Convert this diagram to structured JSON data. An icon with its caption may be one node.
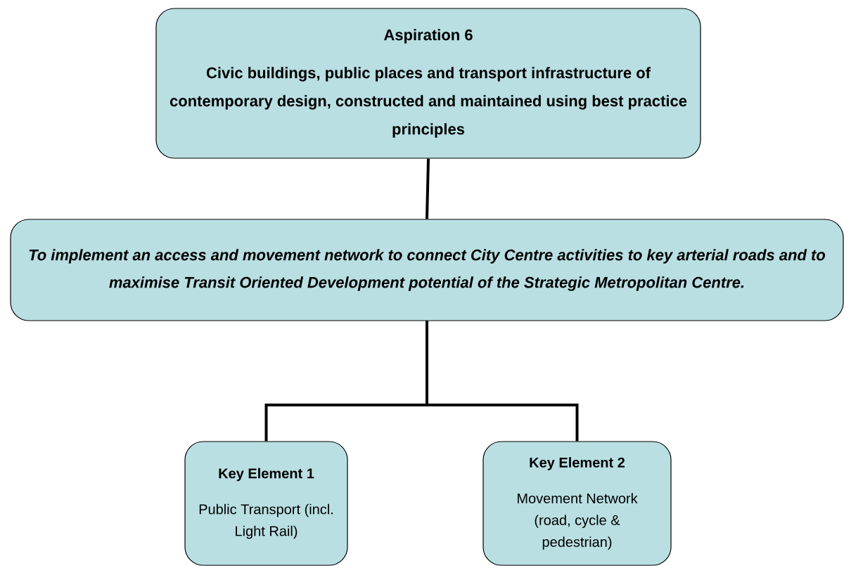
{
  "diagram": {
    "nodes": [
      {
        "text": [
          "Aspiration 6",
          "Civic buildings, public places and transport infrastructure of contemporary design, constructed and maintained using best practice principles"
        ]
      },
      {
        "text": [
          "To implement an access and movement network to connect City Centre activities to key arterial roads and to maximise Transit Oriented Development potential of the Strategic Metropolitan Centre."
        ]
      },
      {
        "text": [
          "Key Element 1",
          "Public Transport (incl. Light Rail)"
        ]
      },
      {
        "text": [
          "Key Element 2",
          "Movement Network (road, cycle & pedestrian)"
        ]
      }
    ],
    "edges": [
      {
        "from": 0,
        "to": 1,
        "arrow": "none"
      },
      {
        "from": 1,
        "to": 2,
        "arrow": "none"
      },
      {
        "from": 1,
        "to": 3,
        "arrow": "none"
      }
    ]
  }
}
